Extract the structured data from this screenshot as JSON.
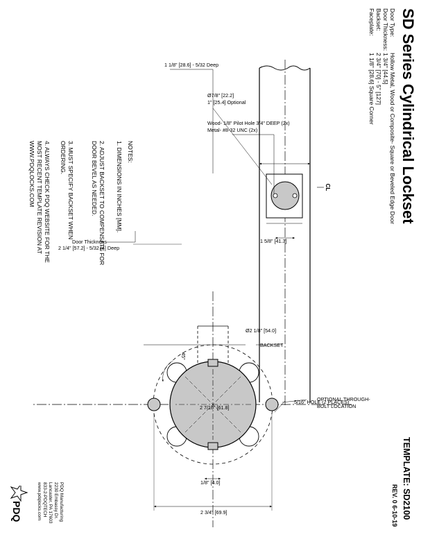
{
  "header": {
    "title": "SD Series Cylindrical Lockset",
    "rows": [
      {
        "label": "Door Type:",
        "value": "Hollow Metal, Wood or Composite- Square or Beveled Edge Door"
      },
      {
        "label": "Door Thickness:",
        "value": "1 3/4\" [44.5]"
      },
      {
        "label": "Backset:",
        "value": "2 3/4\" [70] - 5\" [127]"
      },
      {
        "label": "Faceplate:",
        "value": "1 1/8\" [28.6] Square Corner"
      }
    ]
  },
  "template": {
    "label": "TEMPLATE:",
    "code": "SD2100",
    "rev": "REV. 0",
    "date": "6-10-19"
  },
  "edge_view": {
    "mortise_depth": "1 1/8\" [28.6] - 5/32 Deep",
    "bore": "Ø7/8\" [22.2]",
    "bore_optional": "1\" [25.4] Optional",
    "pilot_wood": "Wood- 1/8\" Pilot Hole 3/4\" DEEP (2x)",
    "pilot_metal": "Metal- #8-32 UNC (2x)",
    "hole_spacing": "1 5/8\" [41.3]",
    "door_thickness": "Door Thickness",
    "face_mortise": "2 1/4\" [57.2] - 5/32 [4] Deep",
    "centerline_symbol": "CL"
  },
  "face_view": {
    "latch_bore": "Ø2 1/8\" [54.0]",
    "backset": "BACKSET",
    "angle": "45°",
    "through_bolt": [
      "OPTIONAL THROUGH-",
      "BOLT LOCATION"
    ],
    "body_bore": "2 7/16\" [61.8]",
    "hole_note": "5/16\" HOLE (2 PLACES)",
    "offset": "1/8\" [4.0]",
    "spacing": "2 3/4\" [69.9]"
  },
  "notes": {
    "title": "NOTES:",
    "items": [
      "1. DIMENSIONS IN INCHES [MM].",
      "2. ADJUST BACKSET TO COMPENSATE FOR DOOR BEVEL AS NEEDED.",
      "3. MUST SPECIFY BACKSET WHEN ORDERING.",
      "4. ALWAYS CHECK PDQ WEBSITE FOR THE MOST RECENT TEMPLATE REVISION AT WWW.PDQLOCKS.COM"
    ]
  },
  "company": {
    "name": "PDQ Manufacturing",
    "address1": "2230 Embassy Dr.",
    "address2": "Lancaster, PA 17603",
    "phone": "833-2-PDQTECH",
    "web": "www.pdqlocks.com",
    "logo_text": "PDQ"
  }
}
